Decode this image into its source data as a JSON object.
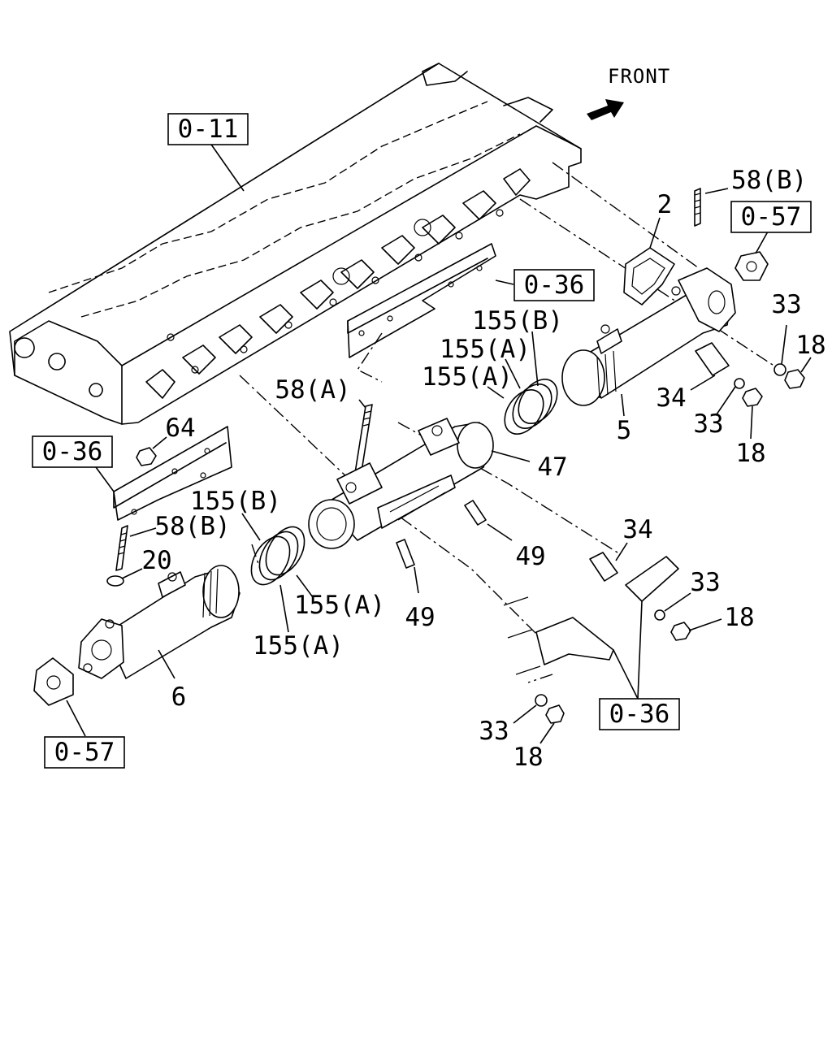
{
  "front_label": "FRONT",
  "ref_boxes": {
    "ref_0_11": "0-11",
    "ref_0_57_top": "0-57",
    "ref_0_36_upper": "0-36",
    "ref_0_36_left": "0-36",
    "ref_0_36_lower": "0-36",
    "ref_0_57_bottom": "0-57"
  },
  "callouts": {
    "c_58b_top": "58(B)",
    "c_2": "2",
    "c_33_a": "33",
    "c_18_a": "18",
    "c_34_a": "34",
    "c_33_b": "33",
    "c_18_b": "18",
    "c_5": "5",
    "c_155b_top": "155(B)",
    "c_155a_top1": "155(A)",
    "c_155a_top2": "155(A)",
    "c_58a": "58(A)",
    "c_47": "47",
    "c_64": "64",
    "c_58b_left": "58(B)",
    "c_155b_left": "155(B)",
    "c_20": "20",
    "c_155a_left1": "155(A)",
    "c_155a_left2": "155(A)",
    "c_6": "6",
    "c_49_a": "49",
    "c_49_b": "49",
    "c_34_b": "34",
    "c_33_c": "33",
    "c_18_c": "18",
    "c_33_d": "33",
    "c_18_d": "18"
  }
}
